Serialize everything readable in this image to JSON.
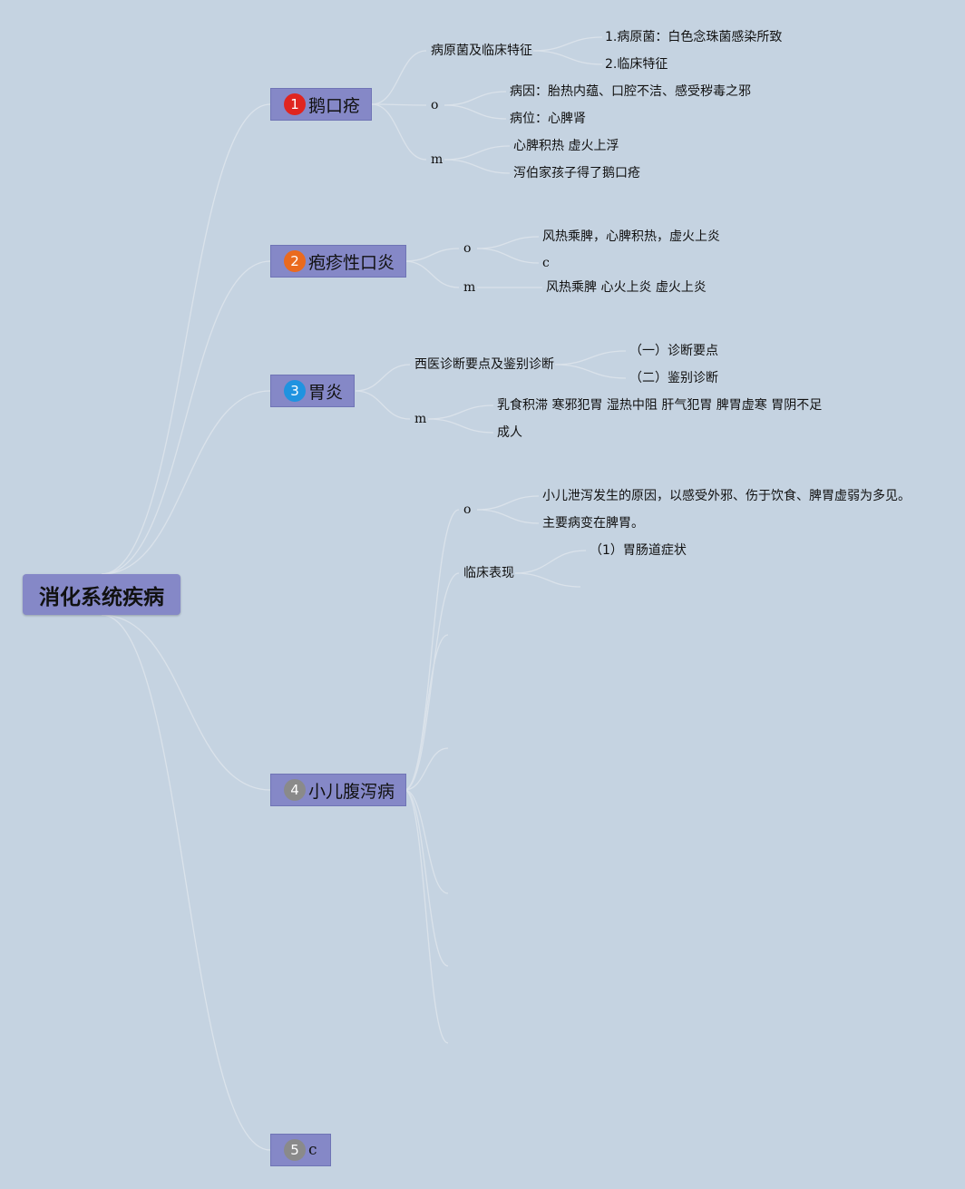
{
  "root": {
    "label": "消化系统疾病"
  },
  "branches": [
    {
      "label": "鹅口疮",
      "badge": "1",
      "badge_color": "#e02520",
      "subs": [
        {
          "label": "病原菌及临床特征",
          "items": [
            "1.病原菌：白色念珠菌感染所致",
            "2.临床特征"
          ]
        },
        {
          "label": "o",
          "items": [
            "病因：胎热内蕴、口腔不洁、感受秽毒之邪",
            "病位：心脾肾"
          ]
        },
        {
          "label": "m",
          "items": [
            "心脾积热 虚火上浮",
            "泻伯家孩子得了鹅口疮"
          ]
        }
      ]
    },
    {
      "label": "疱疹性口炎",
      "badge": "2",
      "badge_color": "#ea6a1e",
      "subs": [
        {
          "label": "o",
          "items": [
            "风热乘脾，心脾积热，虚火上炎",
            "c"
          ]
        },
        {
          "label": "m",
          "items": [
            "风热乘脾 心火上炎 虚火上炎"
          ]
        }
      ]
    },
    {
      "label": "胃炎",
      "badge": "3",
      "badge_color": "#1f93e0",
      "subs": [
        {
          "label": "西医诊断要点及鉴别诊断",
          "items": [
            "（一）诊断要点",
            "（二）鉴别诊断"
          ]
        },
        {
          "label": "m",
          "items": [
            "乳食积滞 寒邪犯胃 湿热中阻 肝气犯胃 脾胃虚寒 胃阴不足",
            "成人"
          ]
        }
      ]
    },
    {
      "label": "小儿腹泻病",
      "badge": "4",
      "badge_color": "#8a8a8a",
      "subs": [
        {
          "label": "o",
          "items": [
            "小儿泄泻发生的原因，以感受外邪、伤于饮食、脾胃虚弱为多见。",
            "主要病变在脾胃。"
          ]
        },
        {
          "label": "临床表现",
          "items": [
            "（1）胃肠道症状"
          ]
        }
      ]
    },
    {
      "label": "c",
      "badge": "5",
      "badge_color": "#8a8a8a",
      "subs": []
    }
  ],
  "colors": {
    "background": "#c5d3e1",
    "node_fill": "#8588c7",
    "link": "#dde4ec"
  }
}
